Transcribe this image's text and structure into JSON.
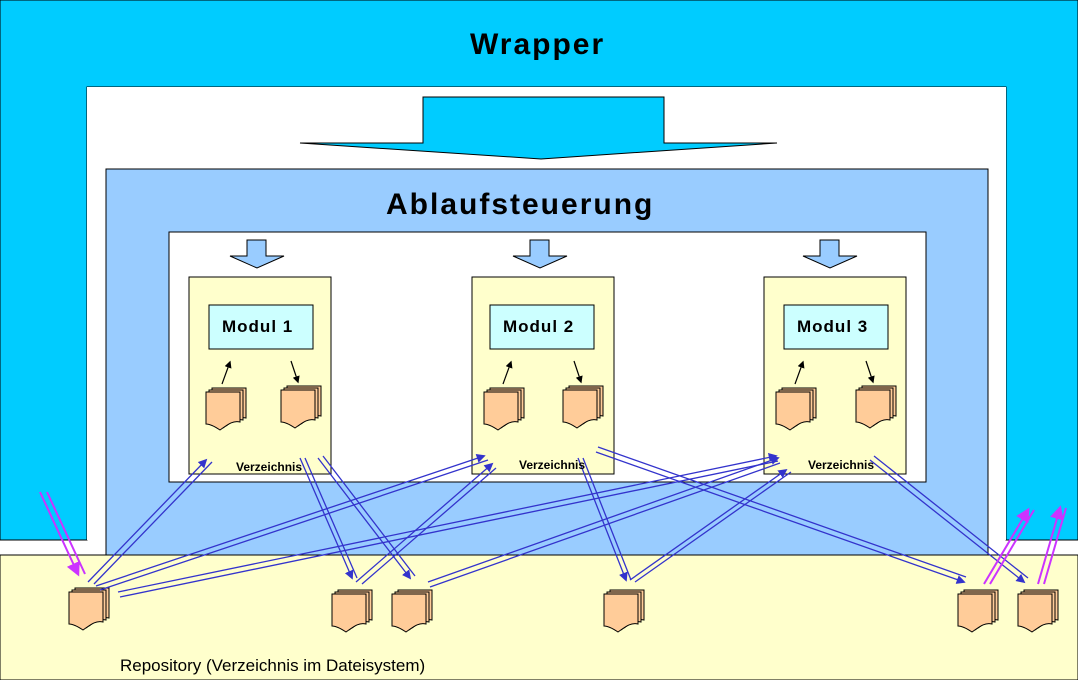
{
  "wrapper": {
    "title": "Wrapper"
  },
  "ablauf": {
    "title": "Ablaufsteuerung"
  },
  "modules": [
    {
      "name": "Modul 1",
      "dir_label": "Verzeichnis"
    },
    {
      "name": "Modul 2",
      "dir_label": "Verzeichnis"
    },
    {
      "name": "Modul 3",
      "dir_label": "Verzeichnis"
    }
  ],
  "repository": {
    "label": "Repository (Verzeichnis im Dateisystem)"
  },
  "colors": {
    "wrapper_fill": "#00ccff",
    "ablauf_fill": "#99ccff",
    "module_panel_fill": "#ffffcc",
    "module_box_fill": "#ccffff",
    "repository_fill": "#ffffcc",
    "document_fill": "#ffcc99",
    "blue_arrow": "#3333cc",
    "magenta_arrow": "#cc33ff"
  }
}
